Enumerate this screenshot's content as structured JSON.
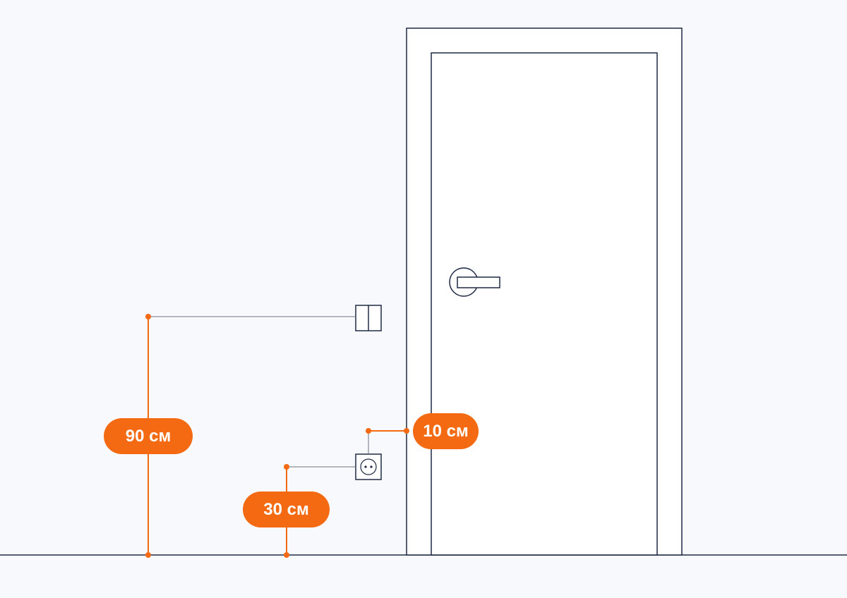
{
  "colors": {
    "background": "#f8f9fd",
    "accent": "#f36a12",
    "line": "#1f2a44",
    "thin_line": "#6b7280",
    "door_fill": "#ffffff"
  },
  "labels": {
    "switch_height": "90 см",
    "door_offset": "10 см",
    "socket_height": "30 см"
  },
  "icons": {
    "switch": "double-light-switch-icon",
    "socket": "power-socket-icon",
    "handle": "door-handle-icon"
  }
}
